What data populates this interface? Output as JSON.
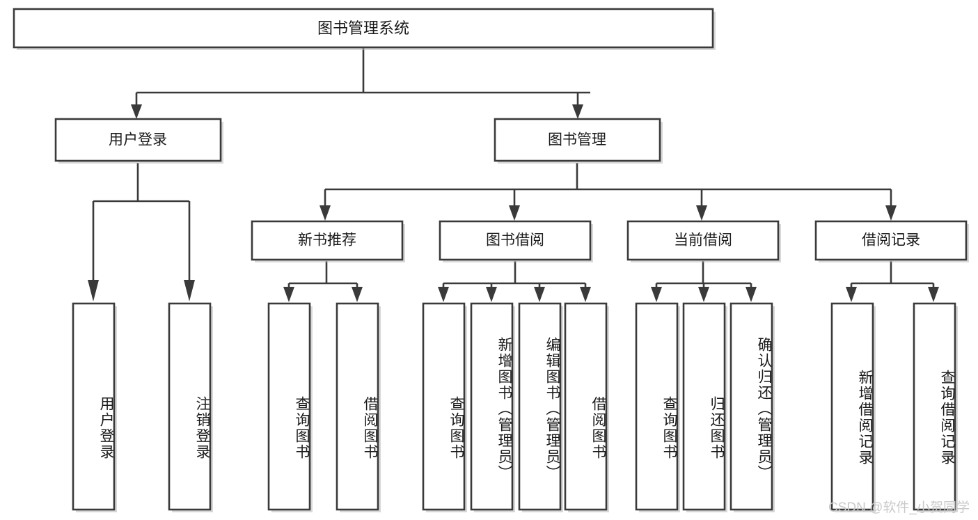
{
  "diagram": {
    "type": "tree-hierarchy-chart",
    "title": "图书管理系统",
    "watermark": "CSDN @软件_小贺同学",
    "colors": {
      "box_stroke": "#3a3a3a",
      "box_fill": "#ffffff",
      "text": "#1a1a1a",
      "background": "#ffffff",
      "watermark": "#c9c9c9"
    },
    "root": {
      "label": "图书管理系统"
    },
    "level2": [
      {
        "label": "用户登录"
      },
      {
        "label": "图书管理"
      }
    ],
    "level3": [
      {
        "label": "新书推荐"
      },
      {
        "label": "图书借阅"
      },
      {
        "label": "当前借阅"
      },
      {
        "label": "借阅记录"
      }
    ],
    "leaves": {
      "user_login": [
        {
          "label": "用户登录"
        },
        {
          "label": "注销登录"
        }
      ],
      "new_book_recommend": [
        {
          "label": "查询图书"
        },
        {
          "label": "借阅图书"
        }
      ],
      "book_borrow": [
        {
          "label": "查询图书"
        },
        {
          "label": "新增图书（管理员）"
        },
        {
          "label": "编辑图书（管理员）"
        },
        {
          "label": "借阅图书"
        }
      ],
      "current_borrow": [
        {
          "label": "查询图书"
        },
        {
          "label": "归还图书"
        },
        {
          "label": "确认归还（管理员）"
        }
      ],
      "borrow_record": [
        {
          "label": "新增借阅记录"
        },
        {
          "label": "查询借阅记录"
        }
      ]
    }
  }
}
